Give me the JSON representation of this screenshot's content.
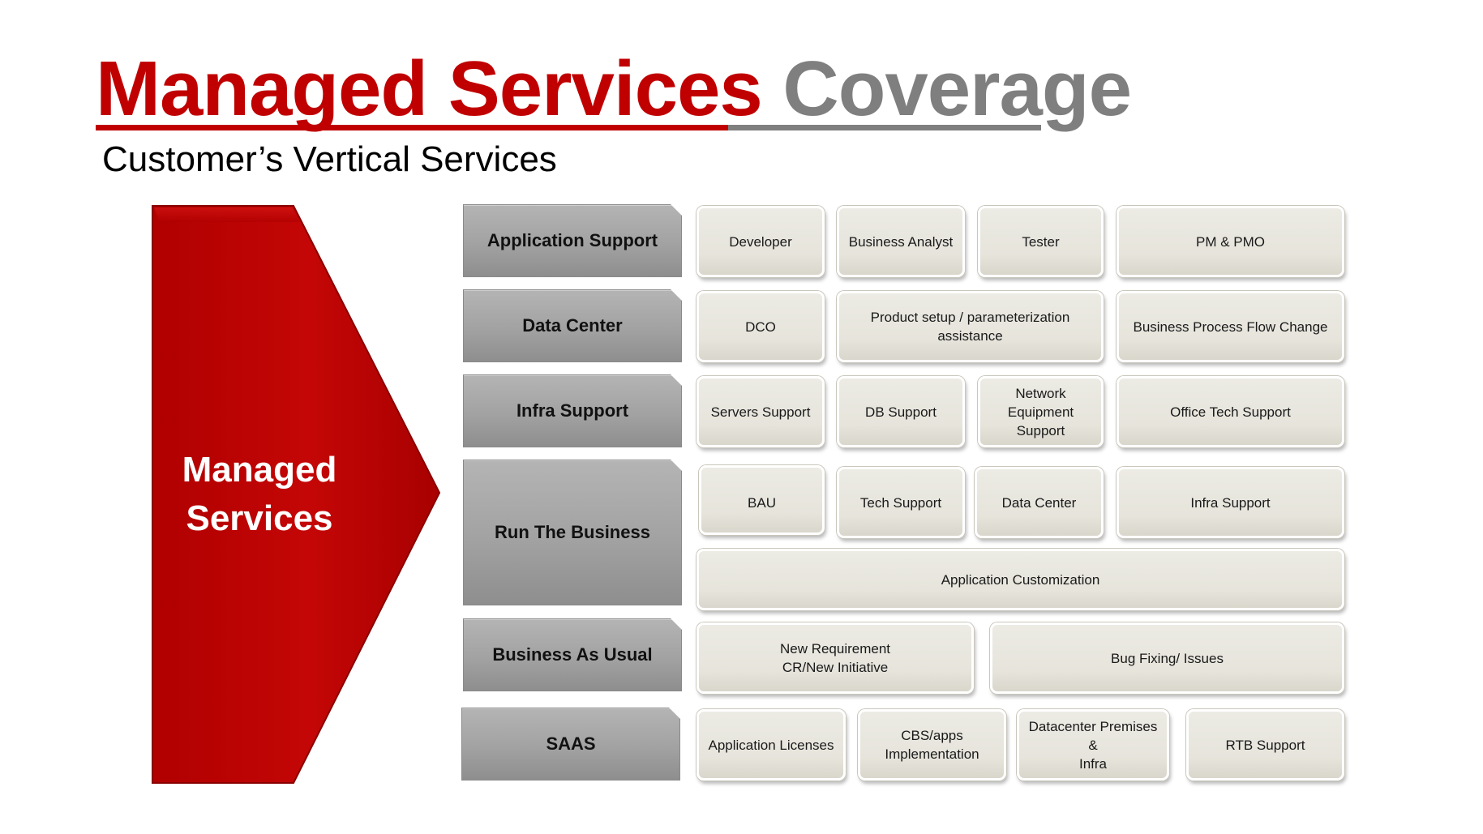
{
  "title": {
    "part1": "Managed Services",
    "part2": "Coverage",
    "colors": {
      "red": "#c00000",
      "gray": "#7f7f7f"
    }
  },
  "subtitle": "Customer’s Vertical Services",
  "chevron": {
    "line1": "Managed",
    "line2": "Services",
    "color": "#c00000"
  },
  "categories": [
    "Application Support",
    "Data Center",
    "Infra Support",
    "Run The Business",
    "Business As Usual",
    "SAAS"
  ],
  "services": {
    "application_support": [
      "Developer",
      "Business Analyst",
      "Tester",
      "PM & PMO"
    ],
    "data_center": {
      "dco": "DCO",
      "product_setup": [
        "Product setup / parameterization",
        "assistance"
      ],
      "bpfc": "Business Process Flow Change"
    },
    "infra_support": {
      "servers": "Servers  Support",
      "db": "DB   Support",
      "network": [
        "Network",
        "Equipment",
        "Support"
      ],
      "office": "Office Tech Support"
    },
    "run_the_business": {
      "row": [
        "BAU",
        "Tech Support",
        "Data Center",
        "Infra Support"
      ],
      "customization": "Application Customization"
    },
    "business_as_usual": {
      "new_req": [
        "New Requirement",
        "CR/New Initiative"
      ],
      "bug": "Bug  Fixing/ Issues"
    },
    "saas": {
      "licenses": "Application Licenses",
      "cbs": [
        "CBS/apps",
        "Implementation"
      ],
      "datacenter": [
        "Datacenter Premises &",
        "Infra"
      ],
      "rtb": "RTB Support"
    }
  }
}
